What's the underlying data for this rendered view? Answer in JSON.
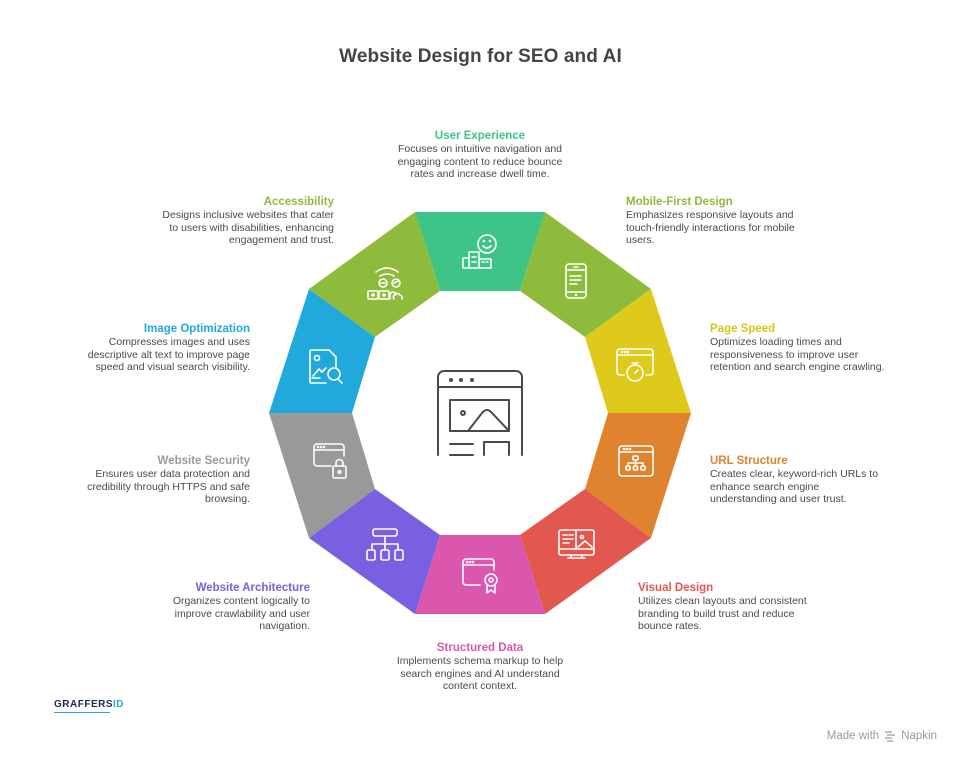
{
  "title": "Website Design for SEO and AI",
  "colors": {
    "user_experience": "#3ec487",
    "mobile_first": "#8fbb3c",
    "page_speed": "#dfc91b",
    "url_structure": "#e0832f",
    "visual_design": "#e2574e",
    "structured_data": "#db57ad",
    "website_architecture": "#7860e0",
    "website_security": "#999999",
    "image_optimization": "#22a9dc",
    "accessibility": "#8fbb3c"
  },
  "center_icon": "webpage-layout-icon",
  "segments": [
    {
      "key": "user_experience",
      "heading": "User Experience",
      "desc_lines": [
        "Focuses on intuitive navigation and",
        "engaging content to reduce bounce",
        "rates and increase dwell time."
      ],
      "icon": "happy-customer-icon",
      "heading_color": "#3ec487"
    },
    {
      "key": "mobile_first",
      "heading": "Mobile-First Design",
      "desc_lines": [
        "Emphasizes responsive layouts and",
        "touch-friendly interactions for mobile",
        "users."
      ],
      "icon": "smartphone-icon",
      "heading_color": "#8fbb3c"
    },
    {
      "key": "page_speed",
      "heading": "Page Speed",
      "desc_lines": [
        "Optimizes loading times and",
        "responsiveness to improve user",
        "retention and search engine crawling."
      ],
      "icon": "browser-stopwatch-icon",
      "heading_color": "#d8c61a"
    },
    {
      "key": "url_structure",
      "heading": "URL Structure",
      "desc_lines": [
        "Creates clear, keyword-rich URLs to",
        "enhance search engine",
        "understanding and user trust."
      ],
      "icon": "browser-sitemap-icon",
      "heading_color": "#e0832f"
    },
    {
      "key": "visual_design",
      "heading": "Visual Design",
      "desc_lines": [
        "Utilizes clean layouts and consistent",
        "branding to build trust and reduce",
        "bounce rates."
      ],
      "icon": "monitor-layout-icon",
      "heading_color": "#e2574e"
    },
    {
      "key": "structured_data",
      "heading": "Structured Data",
      "desc_lines": [
        "Implements schema markup to help",
        "search engines and AI understand",
        "content context."
      ],
      "icon": "browser-badge-icon",
      "heading_color": "#db57ad"
    },
    {
      "key": "website_architecture",
      "heading": "Website Architecture",
      "desc_lines": [
        "Organizes content logically to",
        "improve crawlability and user",
        "navigation."
      ],
      "icon": "hierarchy-icon",
      "heading_color": "#7860e0"
    },
    {
      "key": "website_security",
      "heading": "Website Security",
      "desc_lines": [
        "Ensures user data protection and",
        "credibility through HTTPS and safe",
        "browsing."
      ],
      "icon": "browser-lock-icon",
      "heading_color": "#9a9a9a"
    },
    {
      "key": "image_optimization",
      "heading": "Image Optimization",
      "desc_lines": [
        "Compresses images and uses",
        "descriptive alt text to improve page",
        "speed and visual search visibility."
      ],
      "icon": "image-search-icon",
      "heading_color": "#22a9dc"
    },
    {
      "key": "accessibility",
      "heading": "Accessibility",
      "desc_lines": [
        "Designs inclusive websites that cater",
        "to users with disabilities, enhancing",
        "engagement and trust."
      ],
      "icon": "inclusive-users-icon",
      "heading_color": "#8fbb3c"
    }
  ],
  "footer": {
    "logo_text_main": "GRAFFERS",
    "logo_text_id": "ID",
    "made_with": "Made with",
    "brand": "Napkin"
  }
}
